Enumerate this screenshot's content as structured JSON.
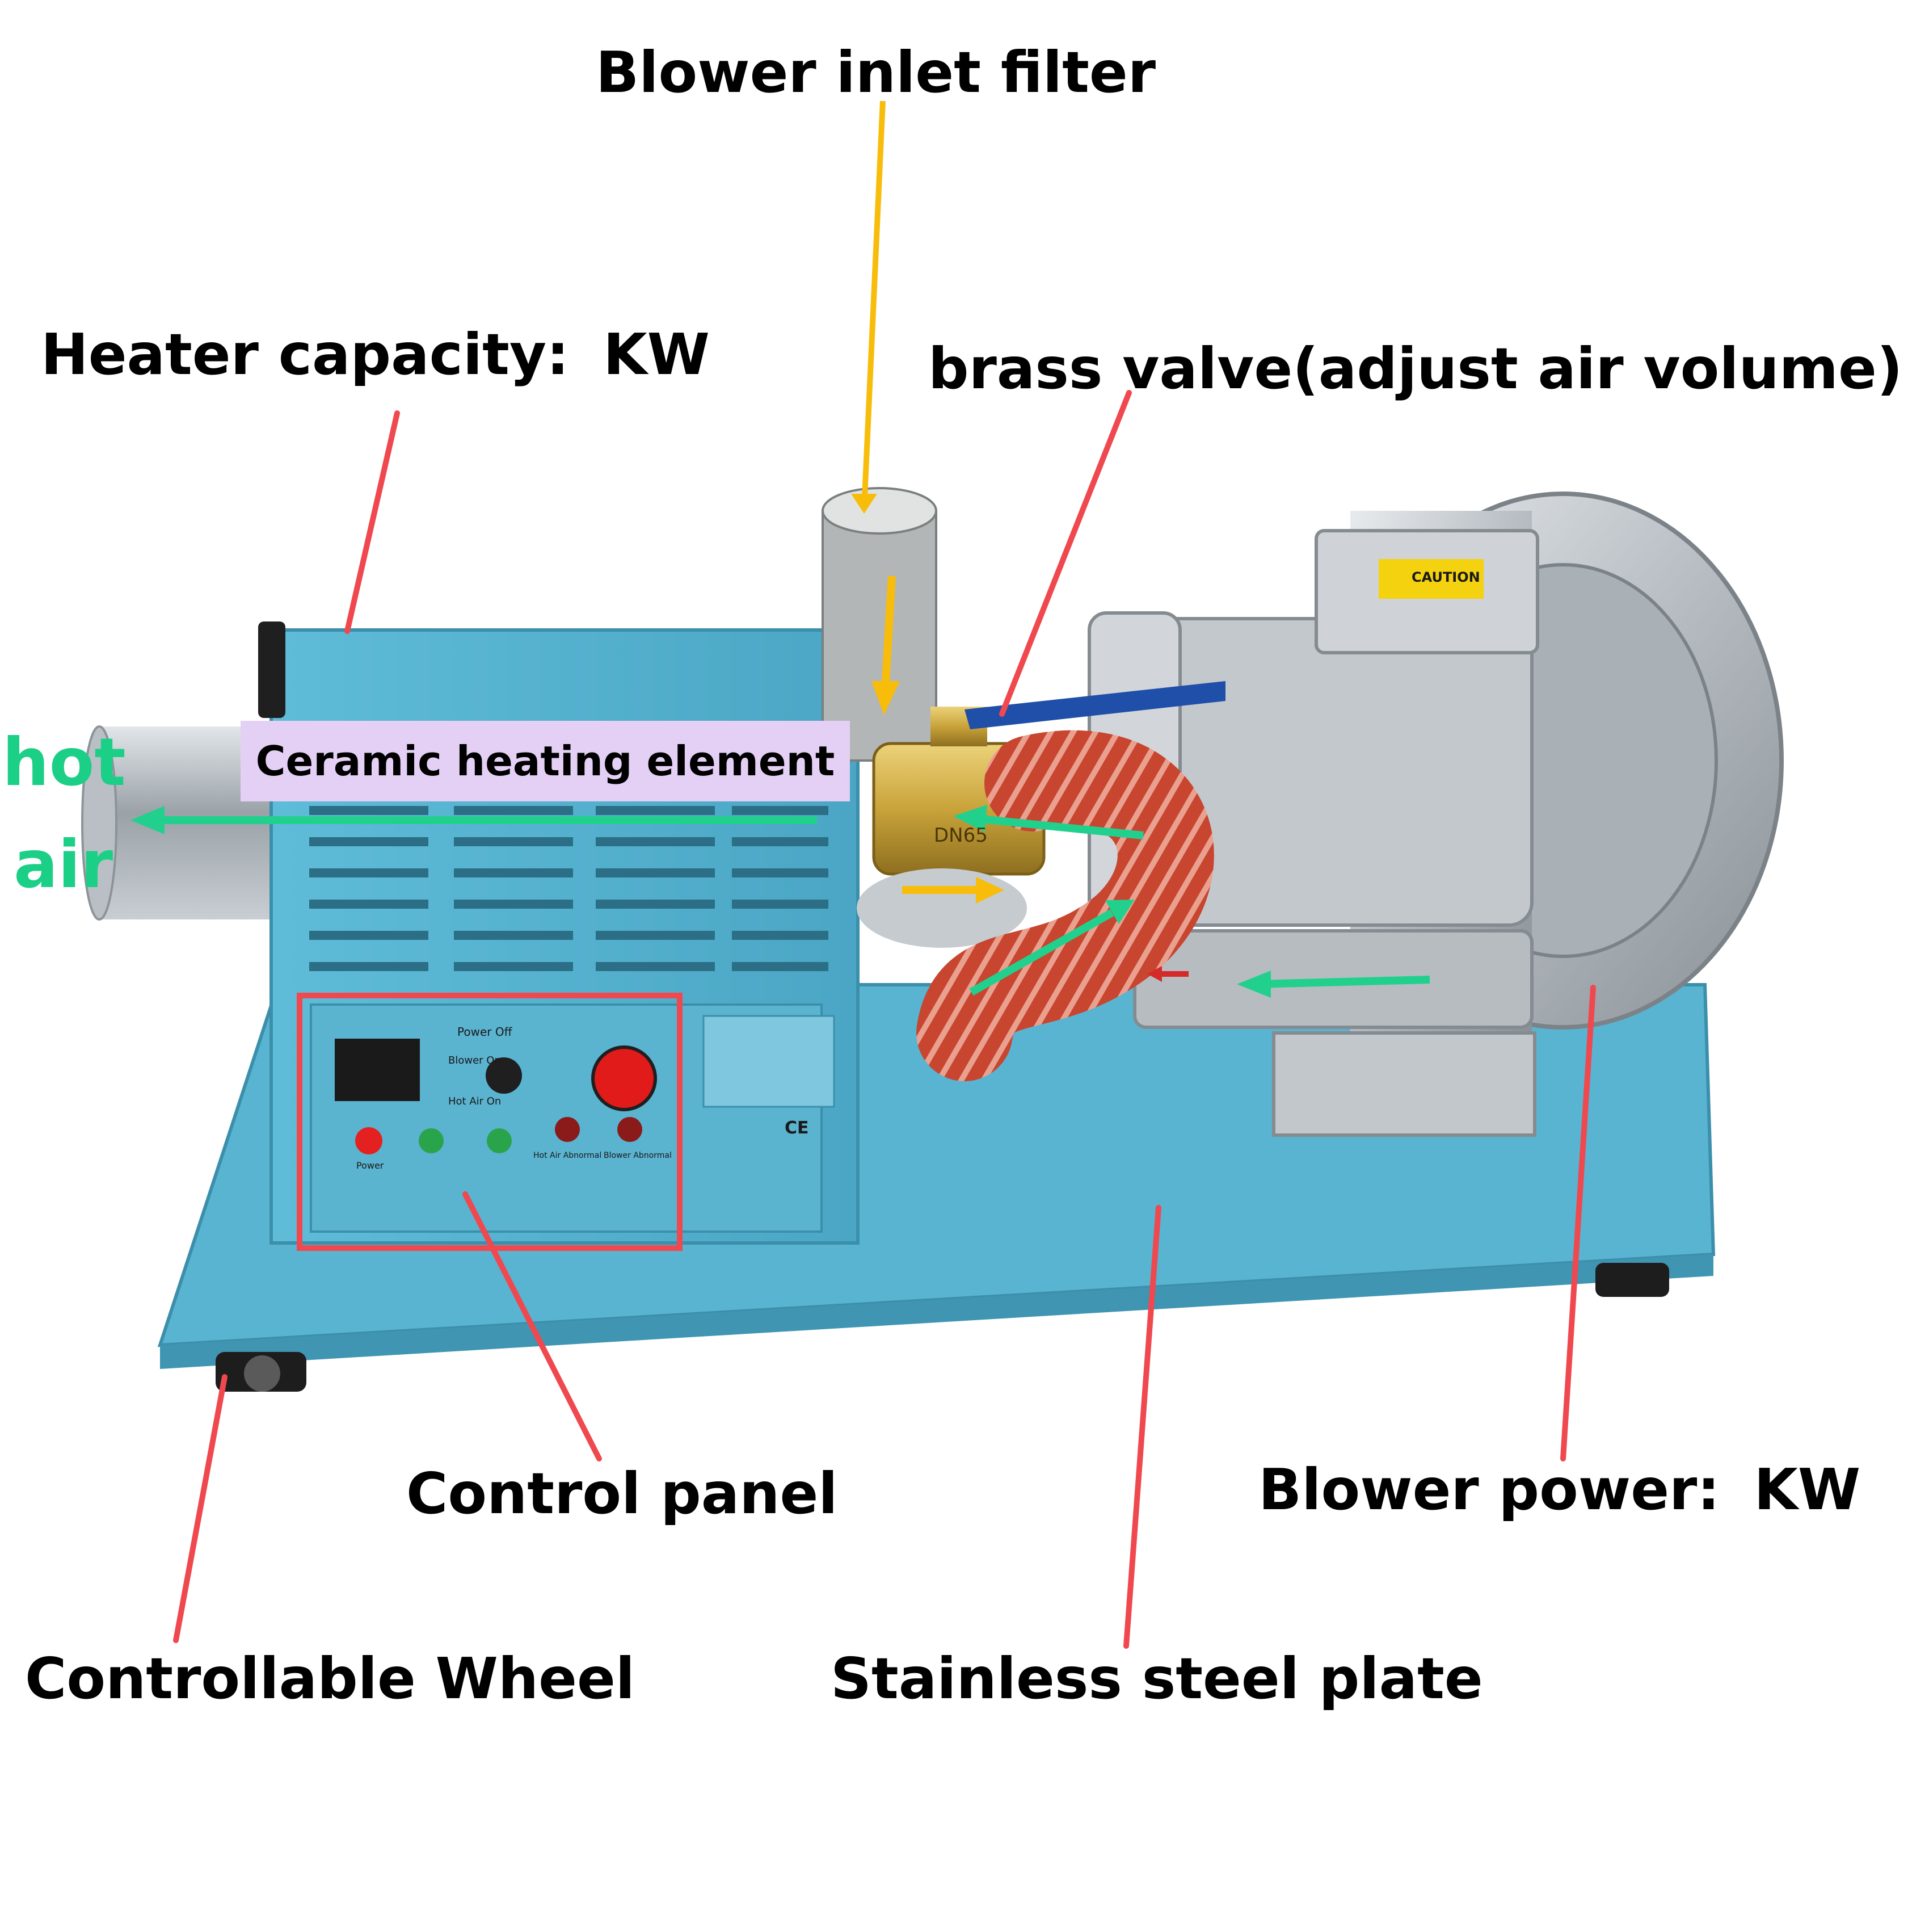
{
  "labels": {
    "blower_inlet_filter": "Blower inlet filter",
    "heater_capacity": "Heater capacity:",
    "heater_unit": "KW",
    "brass_valve": "brass valve(adjust air volume)",
    "hot": "hot",
    "air": "air",
    "ceramic_heating_element": "Ceramic heating element",
    "control_panel": "Control panel",
    "blower_power": "Blower power:",
    "blower_unit": "KW",
    "controllable_wheel": "Controllable Wheel",
    "stainless_steel_plate": "Stainless steel plate"
  },
  "panel_texts": {
    "power_off": "Power Off",
    "blower_on": "Blower On",
    "hot_air_on": "Hot Air On",
    "power": "Power",
    "hot_air_abnormal": "Hot Air Abnormal",
    "blower_abnormal": "Blower Abnormal",
    "ce_mark": "CE",
    "valve_size": "DN65",
    "caution": "CAUTION"
  },
  "colors": {
    "leader_red": "#f0484f",
    "leader_yellow": "#f7bd0a",
    "flow_green": "#22d08e",
    "hot_air_text": "#1ccf86",
    "ceramic_bg": "#e5d0f5",
    "machine_blue": "#56b2cf",
    "hose_orange": "#c8452f",
    "brass": "#c9a33a"
  }
}
